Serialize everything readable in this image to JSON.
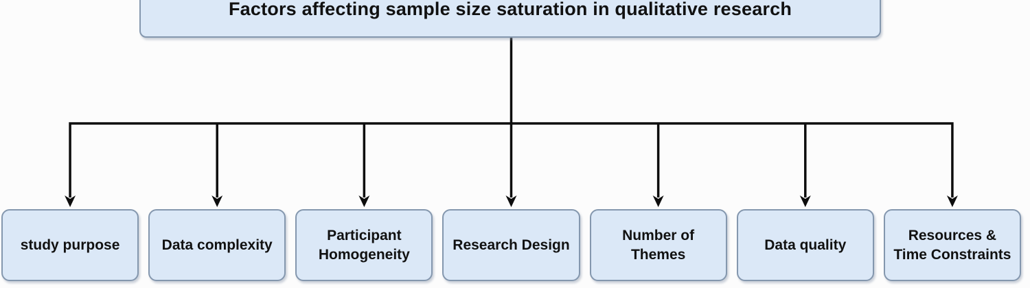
{
  "diagram": {
    "title": "Factors affecting sample size saturation in qualitative research",
    "children": [
      {
        "label": "study purpose"
      },
      {
        "label": "Data complexity"
      },
      {
        "label": "Participant\nHomogeneity"
      },
      {
        "label": "Research Design"
      },
      {
        "label": "Number of\nThemes"
      },
      {
        "label": "Data quality"
      },
      {
        "label": "Resources &\nTime Constraints"
      }
    ],
    "colors": {
      "background": "#fcfcfc",
      "box_fill": "#dbe8f7",
      "box_border": "#8497ae",
      "connector": "#0d0d0d",
      "text": "#111111"
    }
  }
}
